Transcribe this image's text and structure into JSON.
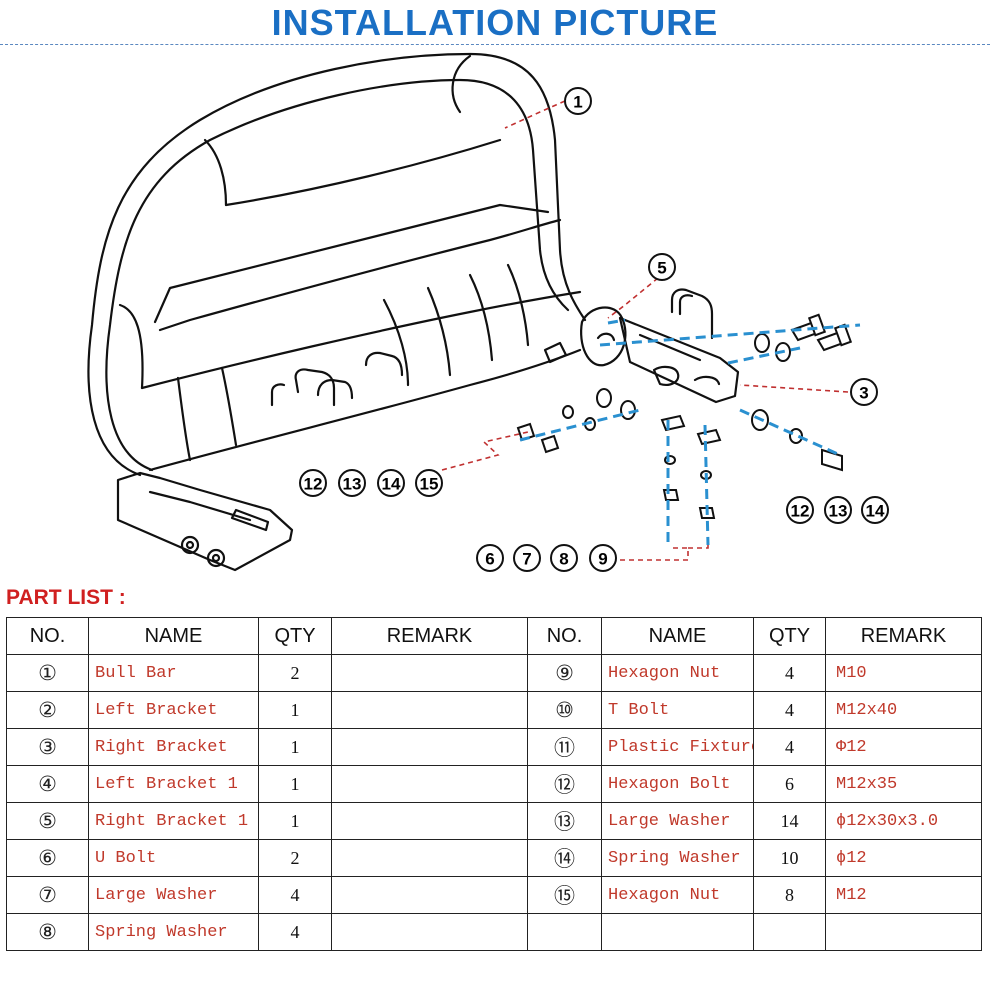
{
  "header": {
    "title": "INSTALLATION PICTURE"
  },
  "diagram": {
    "callouts": [
      {
        "id": "c1",
        "label": "1"
      },
      {
        "id": "c5",
        "label": "5"
      },
      {
        "id": "c3",
        "label": "3"
      },
      {
        "id": "c12a",
        "label": "12"
      },
      {
        "id": "c13a",
        "label": "13"
      },
      {
        "id": "c14a",
        "label": "14"
      },
      {
        "id": "c15a",
        "label": "15"
      },
      {
        "id": "c12b",
        "label": "12"
      },
      {
        "id": "c13b",
        "label": "13"
      },
      {
        "id": "c14b",
        "label": "14"
      },
      {
        "id": "c6",
        "label": "6"
      },
      {
        "id": "c7",
        "label": "7"
      },
      {
        "id": "c8",
        "label": "8"
      },
      {
        "id": "c9",
        "label": "9"
      }
    ]
  },
  "part_list": {
    "title": "PART LIST :",
    "headers": [
      "NO.",
      "NAME",
      "QTY",
      "REMARK",
      "NO.",
      "NAME",
      "QTY",
      "REMARK"
    ],
    "rows": [
      {
        "no1": "①",
        "name1": "Bull Bar",
        "qty1": "2",
        "remark1": "",
        "no2": "⑨",
        "name2": "Hexagon Nut",
        "qty2": "4",
        "remark2": "M10"
      },
      {
        "no1": "②",
        "name1": "Left Bracket",
        "qty1": "1",
        "remark1": "",
        "no2": "⑩",
        "name2": "T Bolt",
        "qty2": "4",
        "remark2": "M12x40"
      },
      {
        "no1": "③",
        "name1": "Right Bracket",
        "qty1": "1",
        "remark1": "",
        "no2": "⑪",
        "name2": "Plastic Fixture",
        "qty2": "4",
        "remark2": "Φ12"
      },
      {
        "no1": "④",
        "name1": "Left Bracket 1",
        "qty1": "1",
        "remark1": "",
        "no2": "⑫",
        "name2": "Hexagon Bolt",
        "qty2": "6",
        "remark2": "M12x35"
      },
      {
        "no1": "⑤",
        "name1": "Right Bracket 1",
        "qty1": "1",
        "remark1": "",
        "no2": "⑬",
        "name2": "Large Washer",
        "qty2": "14",
        "remark2": "ϕ12x30x3.0"
      },
      {
        "no1": "⑥",
        "name1": "U Bolt",
        "qty1": "2",
        "remark1": "",
        "no2": "⑭",
        "name2": "Spring Washer",
        "qty2": "10",
        "remark2": "ϕ12"
      },
      {
        "no1": "⑦",
        "name1": "Large Washer",
        "qty1": "4",
        "remark1": "",
        "no2": "⑮",
        "name2": "Hexagon Nut",
        "qty2": "8",
        "remark2": "M12"
      },
      {
        "no1": "⑧",
        "name1": "Spring Washer",
        "qty1": "4",
        "remark1": "",
        "no2": "",
        "name2": "",
        "qty2": "",
        "remark2": ""
      }
    ]
  }
}
